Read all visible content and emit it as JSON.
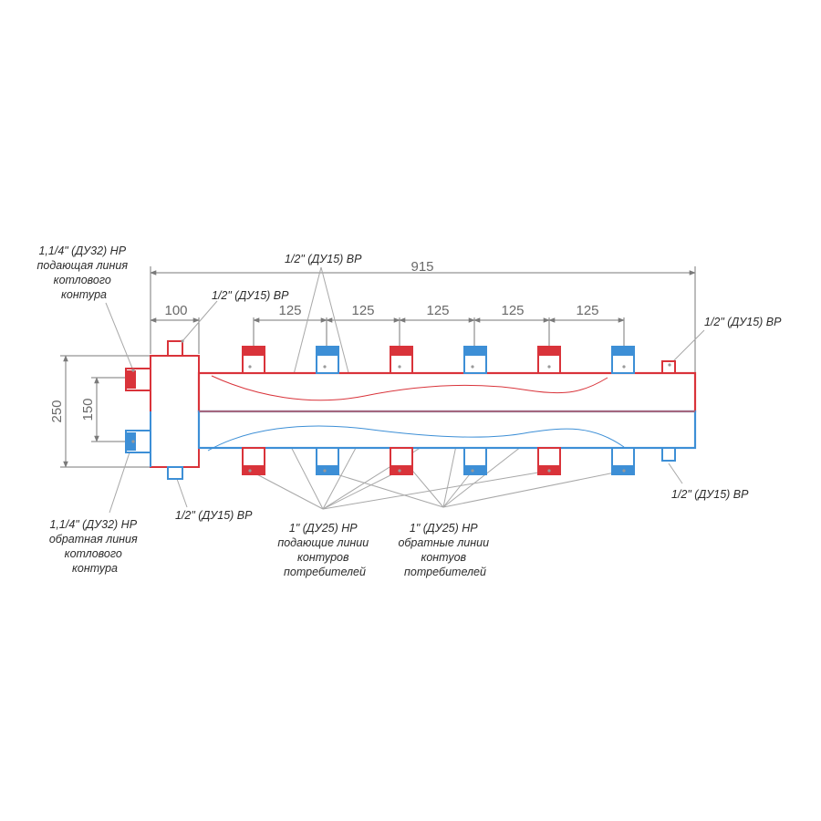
{
  "dimensions": {
    "total_length": "915",
    "hydro_width": "100",
    "pitch_1": "125",
    "pitch_2": "125",
    "pitch_3": "125",
    "pitch_4": "125",
    "pitch_5": "125",
    "height_total": "250",
    "height_inner": "150"
  },
  "labels": {
    "top_center_port": "1/2\" (ДУ15) ВР",
    "hydro_top_port": "1/2\" (ДУ15) ВР",
    "right_top_port": "1/2\" (ДУ15) ВР",
    "hydro_bottom_port": "1/2\" (ДУ15) ВР",
    "right_bottom_port": "1/2\" (ДУ15) ВР",
    "boiler_supply": [
      "1,1/4\" (ДУ32) НР",
      "подающая линия",
      "котлового",
      "контура"
    ],
    "boiler_return": [
      "1,1/4\" (ДУ32) НР",
      "обратная линия",
      "котлового",
      "контура"
    ],
    "consumer_supply": [
      "1\" (ДУ25) НР",
      "подающие линии",
      "контуров",
      "потребителей"
    ],
    "consumer_return": [
      "1\" (ДУ25) НР",
      "обратные линии",
      "контуов",
      "потребителей"
    ]
  },
  "colors": {
    "supply": "#d9333a",
    "return": "#3d8fd6",
    "hydro": "#d9333a",
    "dimension_line": "#7a7a7a",
    "leader_line": "#a8a8a8",
    "text": "#2b2b2b"
  }
}
